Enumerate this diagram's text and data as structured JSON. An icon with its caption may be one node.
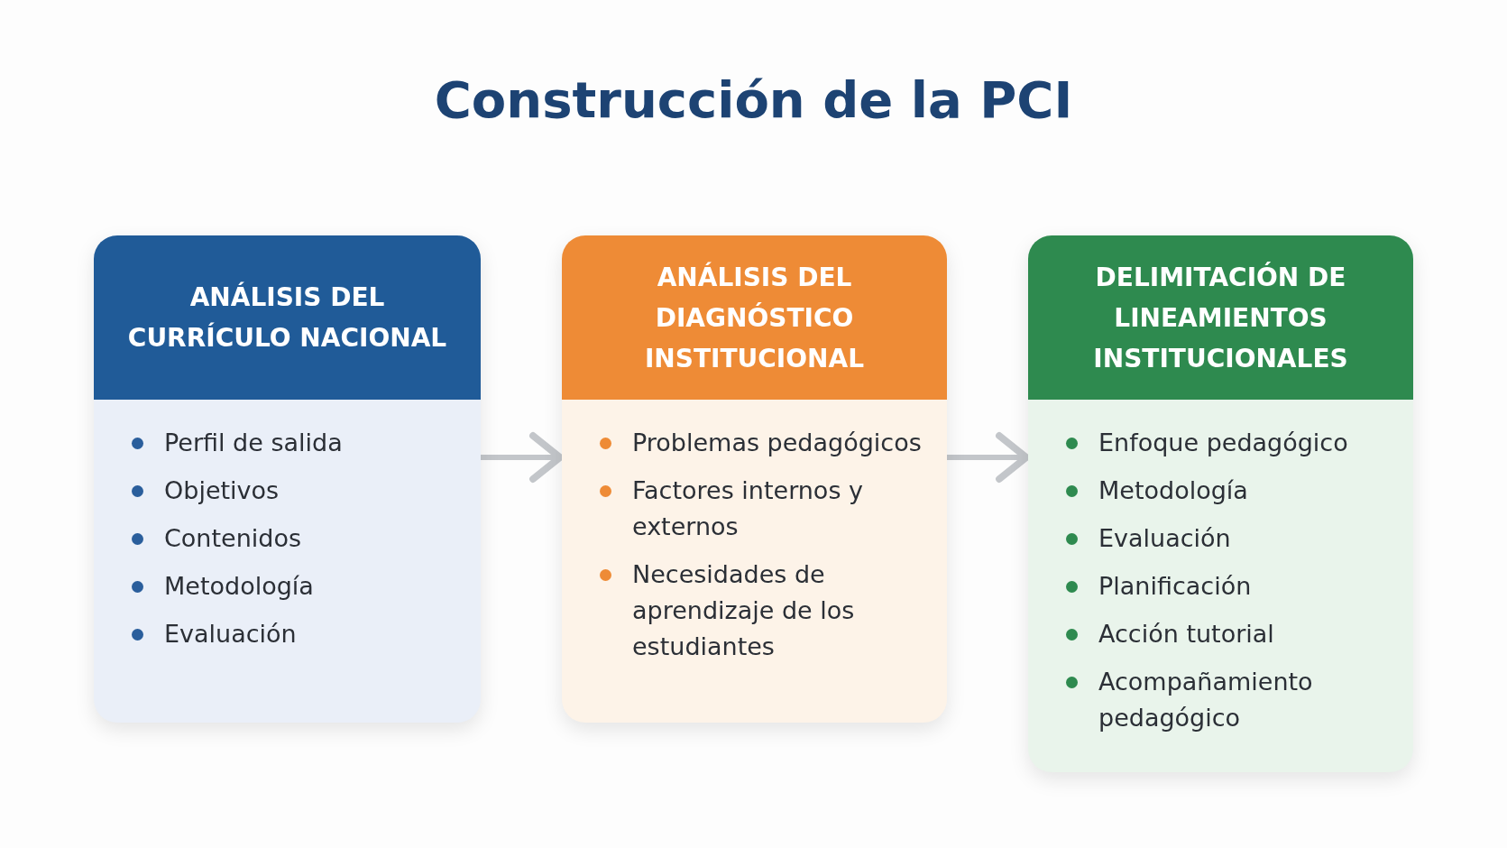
{
  "diagram": {
    "title": "Construcción de la PCI",
    "nodes": [
      {
        "text": [
          "ANÁLISIS DEL CURRÍCULO NACIONAL",
          "Perfil de salida",
          "Objetivos",
          "Contenidos",
          "Metodología",
          "Evaluación"
        ]
      },
      {
        "text": [
          "ANÁLISIS DEL DIAGNÓSTICO INSTITUCIONAL",
          "Problemas pedagógicos",
          "Factores internos y externos",
          "Necesidades de aprendizaje de los estudiantes"
        ]
      },
      {
        "text": [
          "DELIMITACIÓN DE LINEAMIENTOS INSTITUCIONALES",
          "Enfoque pedagógico",
          "Metodología",
          "Evaluación",
          "Planificación",
          "Acción tutorial",
          "Acompañamiento pedagógico"
        ]
      }
    ],
    "edges": [
      {
        "from": 0,
        "to": 1,
        "arrow": "to"
      },
      {
        "from": 1,
        "to": 2,
        "arrow": "to"
      }
    ]
  }
}
